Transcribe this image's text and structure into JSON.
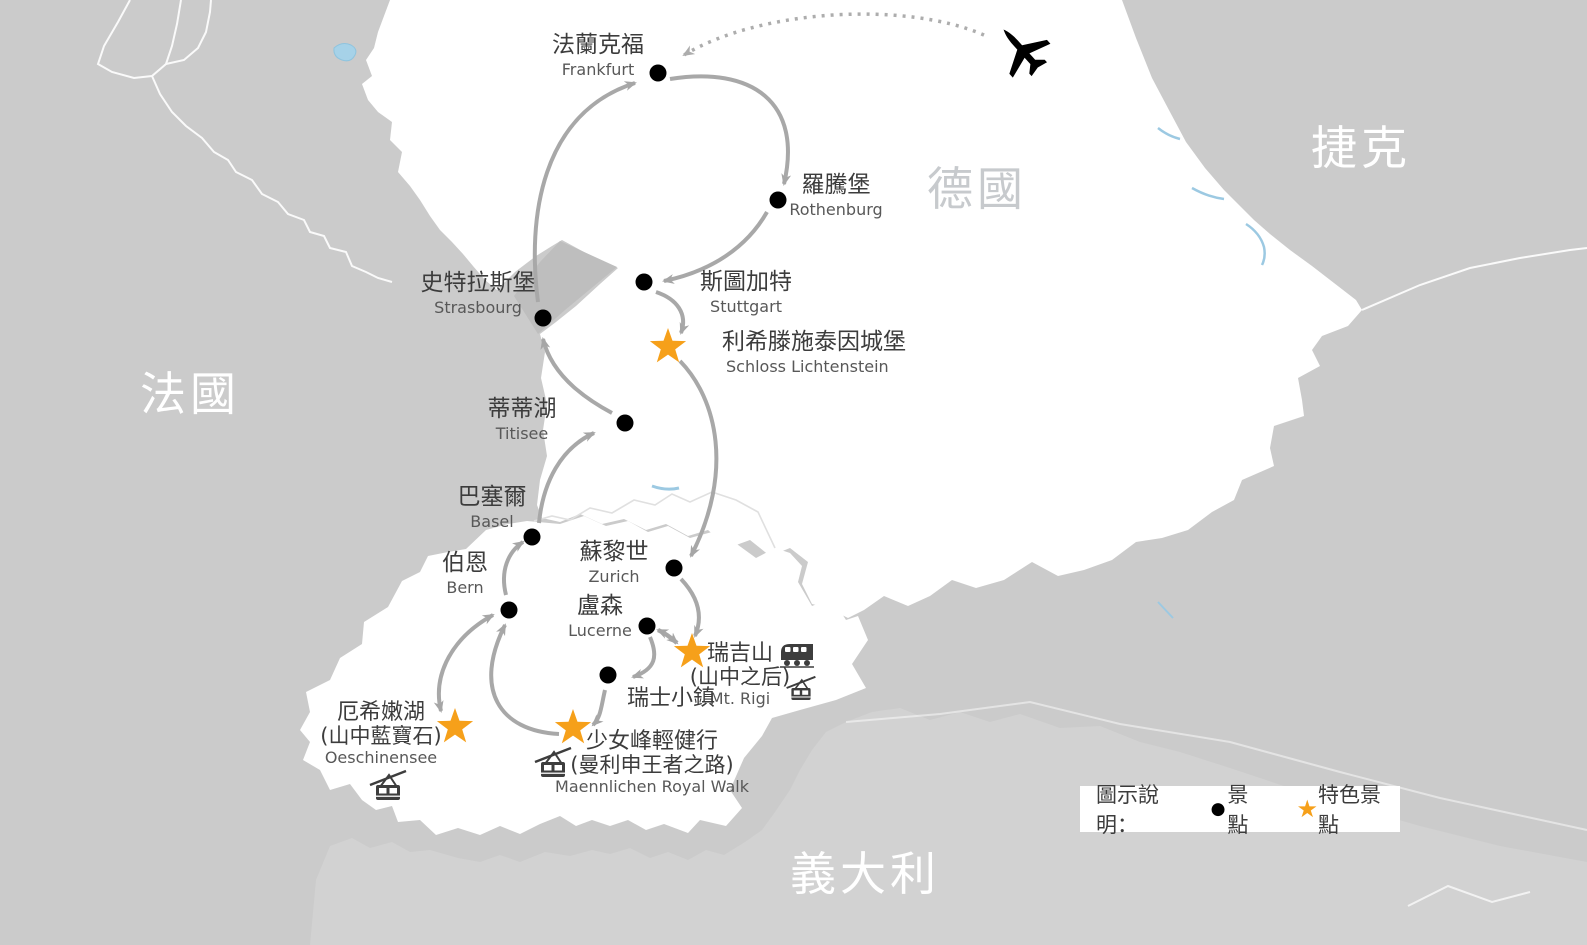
{
  "countries": {
    "france": "法國",
    "germany": "德國",
    "czech": "捷克",
    "italy": "義大利"
  },
  "stops": {
    "frankfurt": {
      "zh": "法蘭克福",
      "en": "Frankfurt"
    },
    "rothenburg": {
      "zh": "羅騰堡",
      "en": "Rothenburg"
    },
    "stuttgart": {
      "zh": "斯圖加特",
      "en": "Stuttgart"
    },
    "lichtenstein": {
      "zh": "利希滕施泰因城堡",
      "en": "Schloss Lichtenstein"
    },
    "strasbourg": {
      "zh": "史特拉斯堡",
      "en": "Strasbourg"
    },
    "titisee": {
      "zh": "蒂蒂湖",
      "en": "Titisee"
    },
    "basel": {
      "zh": "巴塞爾",
      "en": "Basel"
    },
    "bern": {
      "zh": "伯恩",
      "en": "Bern"
    },
    "zurich": {
      "zh": "蘇黎世",
      "en": "Zurich"
    },
    "lucerne": {
      "zh": "盧森",
      "en": "Lucerne"
    },
    "rigi": {
      "zh": "瑞吉山",
      "zh2": "(山中之后)",
      "en": "Mt. Rigi"
    },
    "swiss_town": {
      "zh": "瑞士小鎮"
    },
    "oeschinensee": {
      "zh": "厄希嫩湖",
      "zh2": "(山中藍寶石)",
      "en": "Oeschinensee"
    },
    "maennlichen": {
      "zh": "少女峰輕健行",
      "zh2": "(曼利申王者之路)",
      "en": "Maennlichen Royal Walk"
    }
  },
  "legend": {
    "title": "圖示說明：",
    "dot_symbol": "●",
    "dot_label": "景點",
    "star_symbol": "★",
    "star_label": "特色景點"
  },
  "icons": {
    "plane": "airplane-icon",
    "train": "train-icon",
    "cable_car": "cable-car-icon"
  },
  "colors": {
    "background": "#CBCBCB",
    "land_highlight": "#FFFFFF",
    "route_arrow": "#A8A8A8",
    "marker_dot": "#000000",
    "accent_star": "#F6A01A",
    "water": "#9CC9E2"
  }
}
